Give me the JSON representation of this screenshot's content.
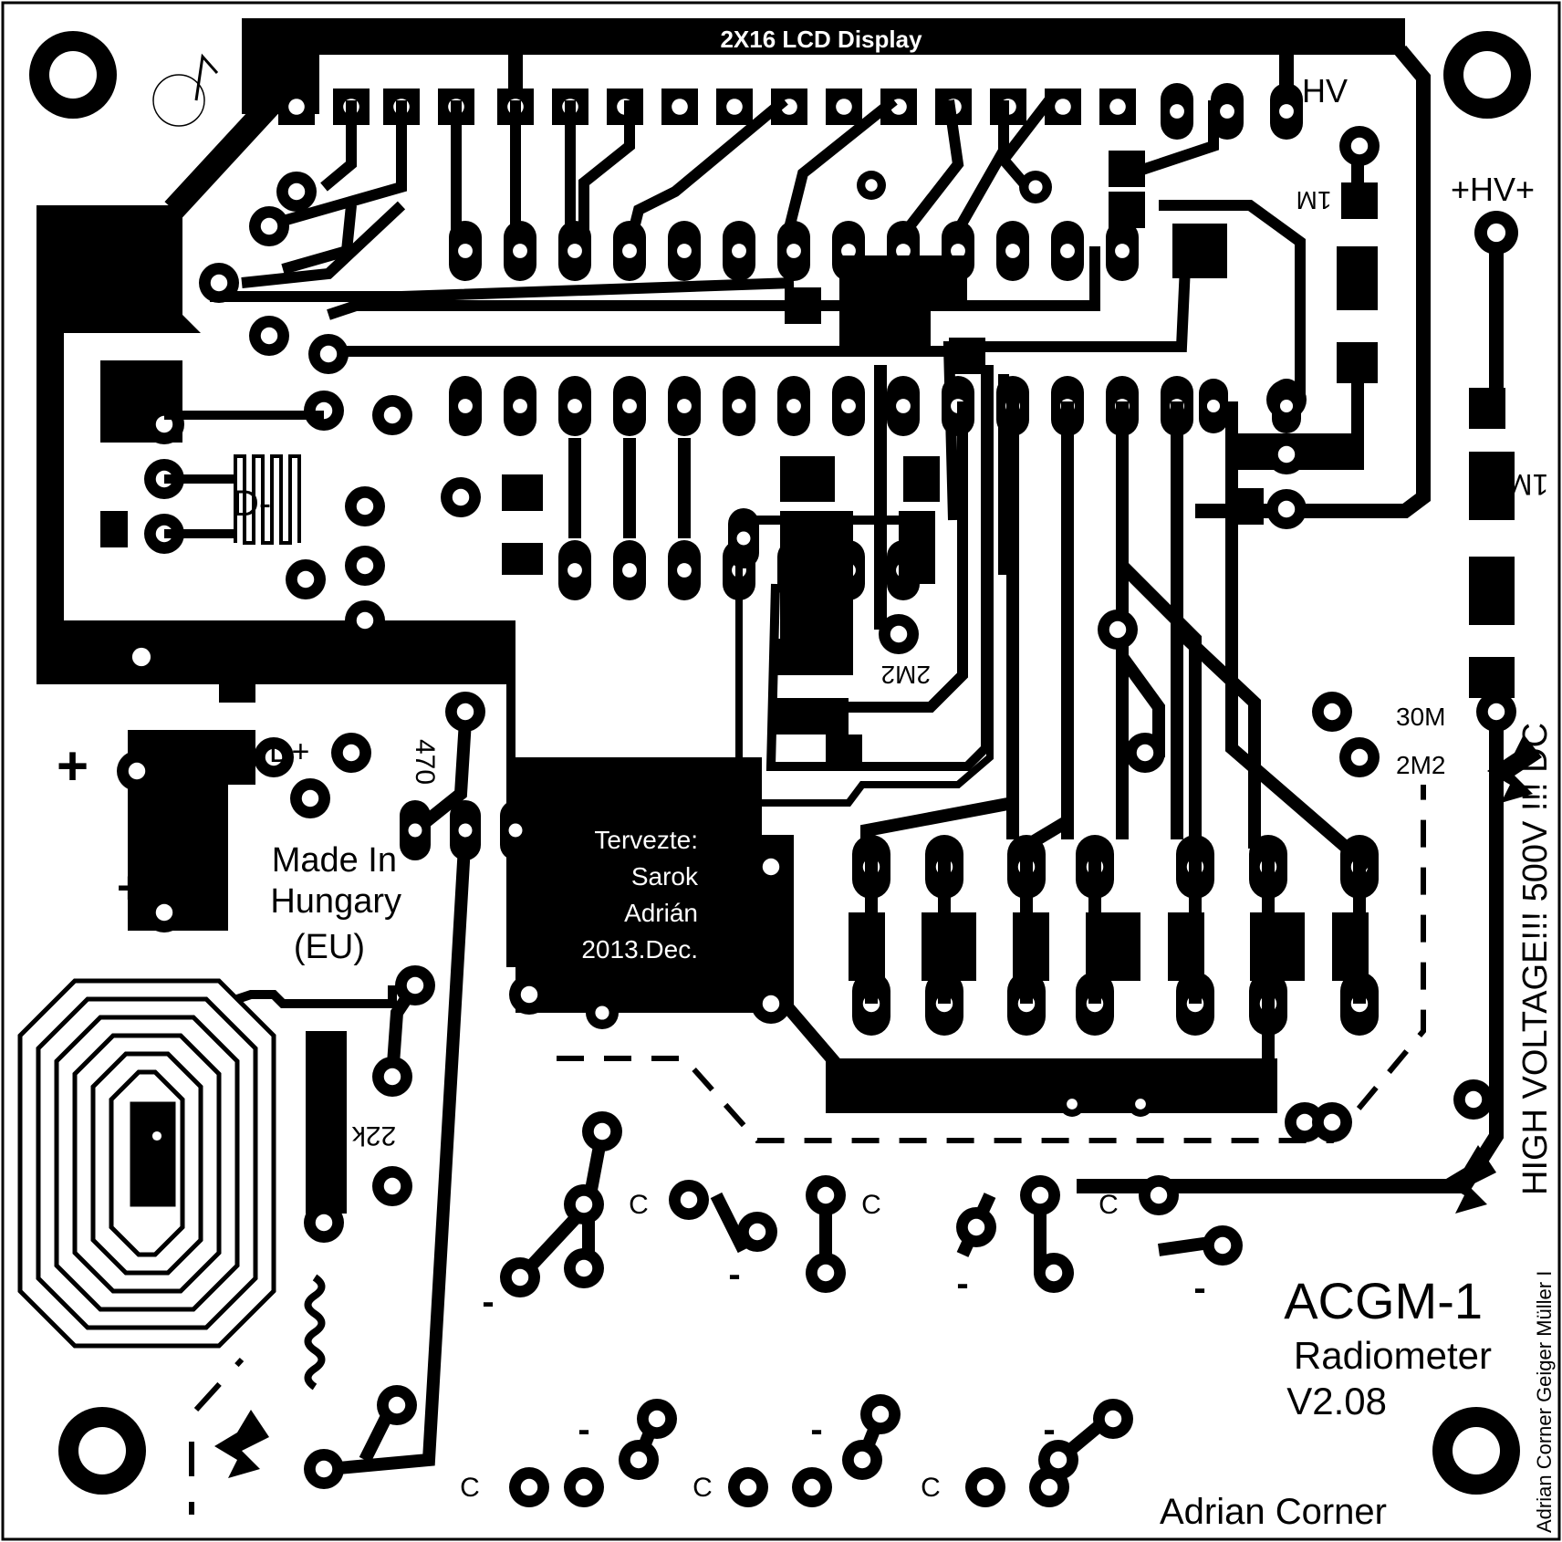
{
  "labels": {
    "lcd_title": "2X16 LCD Display",
    "hv_minus": "-HV",
    "hv_plus": "+HV+",
    "mf_1": "1M",
    "mf_2": "1M",
    "d_minus": "D-",
    "d_plus": "D+",
    "plus_1": "+",
    "plus_2": "+",
    "r_470": "470",
    "r_2m2_a": "2M2",
    "r_30m": "30M",
    "r_2m2_b": "2M2",
    "r_22k": "22k",
    "made_in_1": "Made In",
    "made_in_2": "Hungary",
    "made_in_3": "(EU)",
    "designer_1": "Tervezte:",
    "designer_2": "Sarok",
    "designer_3": "Adrián",
    "designer_4": "2013.Dec.",
    "hv_warning": "HIGH VOLTAGE!!! 500V !!! DC",
    "model": "ACGM-1",
    "product": "Radiometer",
    "version": "V2.08",
    "author": "Adrian Corner",
    "side_note": "Adrian Corner Geiger Müller I",
    "cap_c": "C",
    "cap_minus": "-"
  }
}
